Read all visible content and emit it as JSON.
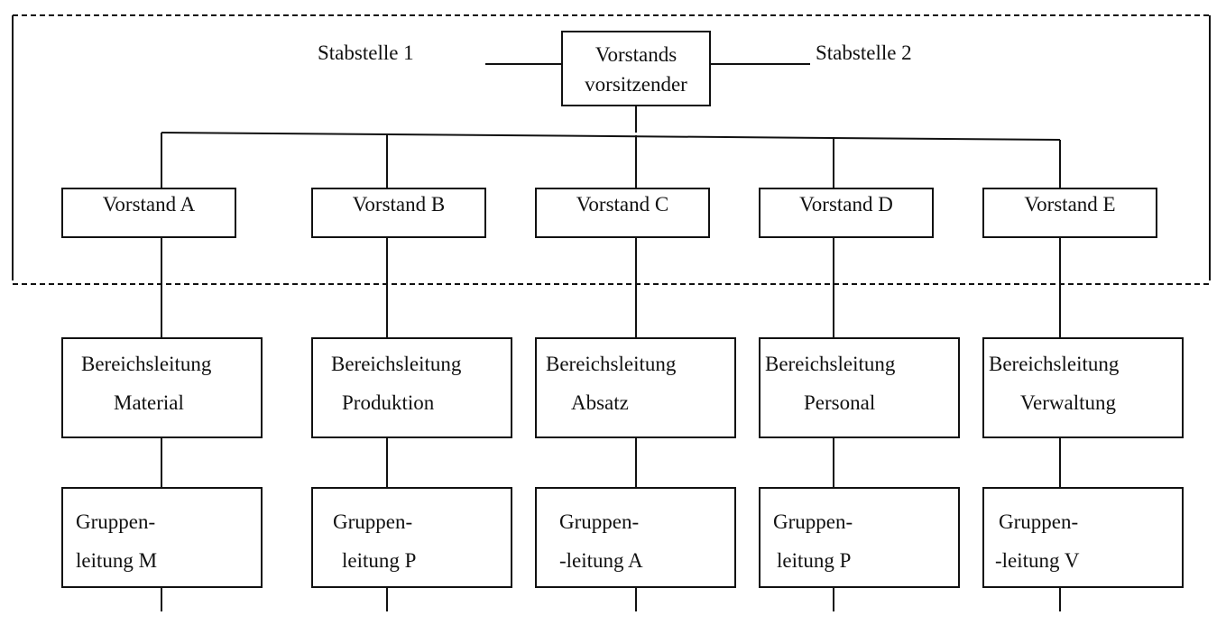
{
  "chart": {
    "top": {
      "line1": "Vorstands",
      "line2": "vorsitzender"
    },
    "staff": {
      "left": "Stabstelle 1",
      "right": "Stabstelle 2"
    },
    "vorstand": [
      "Vorstand A",
      "Vorstand B",
      "Vorstand C",
      "Vorstand D",
      "Vorstand E"
    ],
    "bereich": [
      {
        "line1": "Bereichsleitung",
        "line2": "Material"
      },
      {
        "line1": "Bereichsleitung",
        "line2": "Produktion"
      },
      {
        "line1": "Bereichsleitung",
        "line2": "Absatz"
      },
      {
        "line1": "Bereichsleitung",
        "line2": "Personal"
      },
      {
        "line1": "Bereichsleitung",
        "line2": "Verwaltung"
      }
    ],
    "gruppe": [
      {
        "line1": "Gruppen-",
        "line2": "leitung  M"
      },
      {
        "line1": "Gruppen-",
        "line2": "leitung P"
      },
      {
        "line1": "Gruppen-",
        "line2": "-leitung A"
      },
      {
        "line1": "Gruppen-",
        "line2": "leitung  P"
      },
      {
        "line1": "Gruppen-",
        "line2": "-leitung V"
      }
    ]
  },
  "colors": {
    "line": "#111111",
    "background": "#ffffff"
  }
}
